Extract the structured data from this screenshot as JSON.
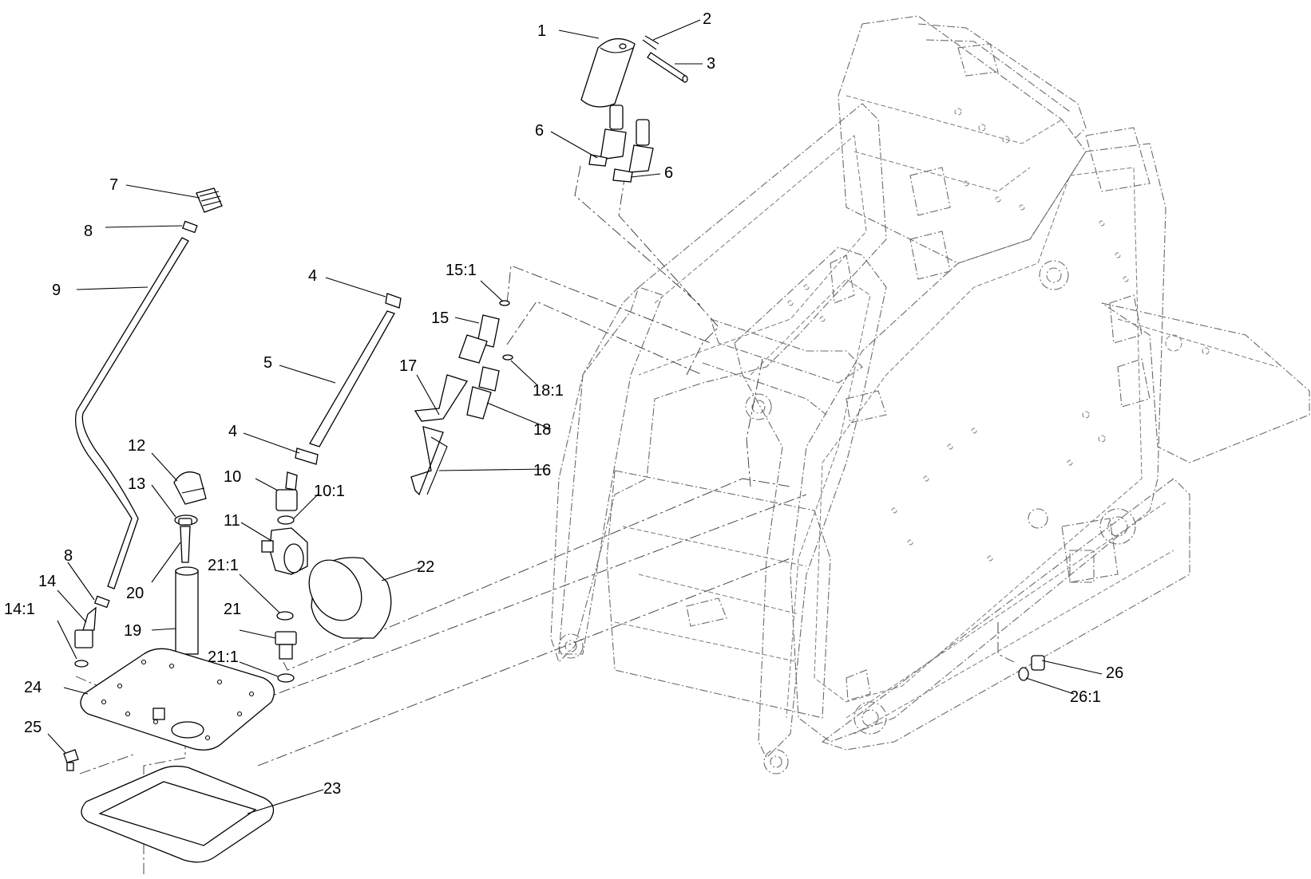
{
  "callouts": [
    {
      "id": "c1",
      "label": "1"
    },
    {
      "id": "c2",
      "label": "2"
    },
    {
      "id": "c3",
      "label": "3"
    },
    {
      "id": "c4a",
      "label": "4"
    },
    {
      "id": "c4b",
      "label": "4"
    },
    {
      "id": "c5",
      "label": "5"
    },
    {
      "id": "c6a",
      "label": "6"
    },
    {
      "id": "c6b",
      "label": "6"
    },
    {
      "id": "c7",
      "label": "7"
    },
    {
      "id": "c8a",
      "label": "8"
    },
    {
      "id": "c8b",
      "label": "8"
    },
    {
      "id": "c9",
      "label": "9"
    },
    {
      "id": "c10",
      "label": "10"
    },
    {
      "id": "c10_1",
      "label": "10:1"
    },
    {
      "id": "c11",
      "label": "11"
    },
    {
      "id": "c12",
      "label": "12"
    },
    {
      "id": "c13",
      "label": "13"
    },
    {
      "id": "c14",
      "label": "14"
    },
    {
      "id": "c14_1",
      "label": "14:1"
    },
    {
      "id": "c15",
      "label": "15"
    },
    {
      "id": "c15_1",
      "label": "15:1"
    },
    {
      "id": "c16",
      "label": "16"
    },
    {
      "id": "c17",
      "label": "17"
    },
    {
      "id": "c18",
      "label": "18"
    },
    {
      "id": "c18_1",
      "label": "18:1"
    },
    {
      "id": "c19",
      "label": "19"
    },
    {
      "id": "c20",
      "label": "20"
    },
    {
      "id": "c21",
      "label": "21"
    },
    {
      "id": "c21_1a",
      "label": "21:1"
    },
    {
      "id": "c21_1b",
      "label": "21:1"
    },
    {
      "id": "c22",
      "label": "22"
    },
    {
      "id": "c23",
      "label": "23"
    },
    {
      "id": "c24",
      "label": "24"
    },
    {
      "id": "c25",
      "label": "25"
    },
    {
      "id": "c26",
      "label": "26"
    },
    {
      "id": "c26_1",
      "label": "26:1"
    }
  ]
}
